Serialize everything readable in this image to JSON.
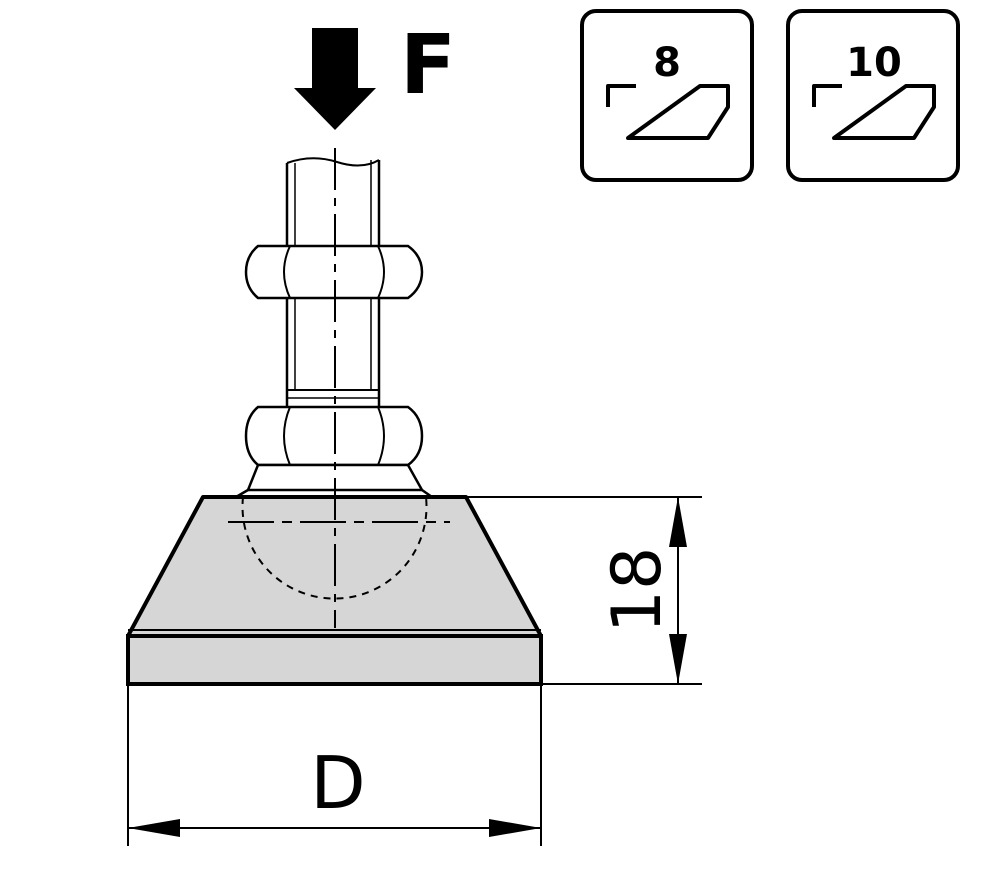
{
  "labels": {
    "force": "F",
    "height_dim": "18",
    "diameter_dim": "D"
  },
  "slot_badges": [
    {
      "label": "8"
    },
    {
      "label": "10"
    }
  ],
  "colors": {
    "line": "#000000",
    "base_fill": "#d6d6d6",
    "background": "#ffffff"
  }
}
